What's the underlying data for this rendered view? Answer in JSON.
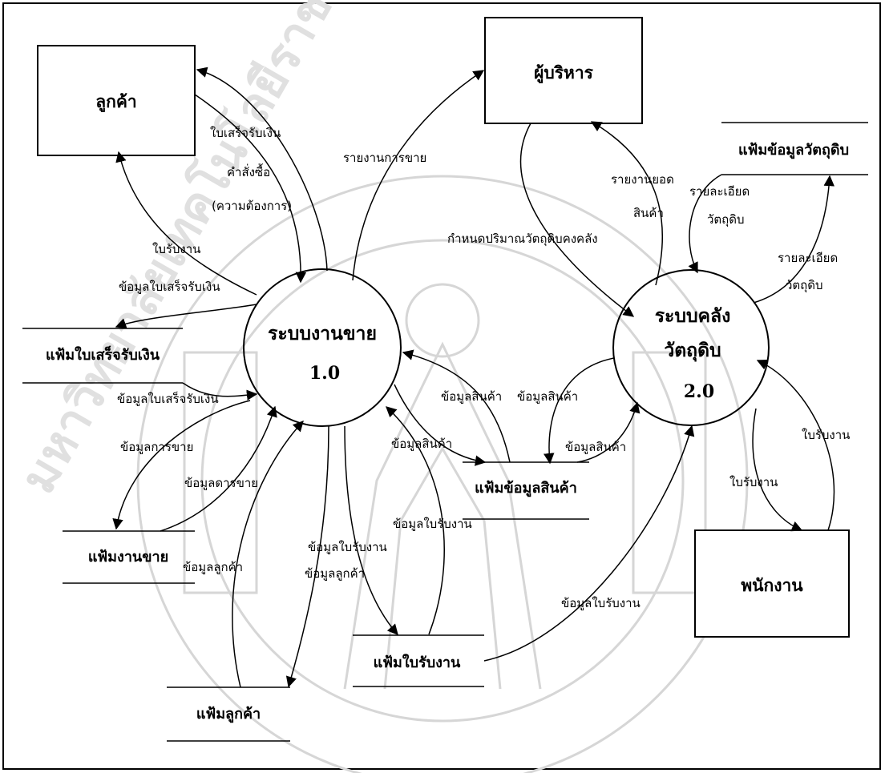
{
  "colors": {
    "line": "#000000",
    "background": "#ffffff",
    "watermark": "#d6d6d6"
  },
  "watermark": {
    "icon": "university-seal-emblem",
    "text": "มหาวิทยาลัยเทคโนโลยีราชมงคลสุวรรณภูมิ"
  },
  "entities": {
    "customer": "ลูกค้า",
    "executive": "ผู้บริหาร",
    "employee": "พนักงาน"
  },
  "processes": {
    "sales": {
      "name": "ระบบงานขาย",
      "number": "1.0"
    },
    "warehouse": {
      "name_line1": "ระบบคลัง",
      "name_line2": "วัตถุดิบ",
      "number": "2.0"
    }
  },
  "stores": {
    "receipt_file": "แฟ้มใบเสร็จรับเงิน",
    "sales_file": "แฟ้มงานขาย",
    "customer_file": "แฟ้มลูกค้า",
    "job_file": "แฟ้มใบรับงาน",
    "product_file": "แฟ้มข้อมูลสินค้า",
    "material_file": "แฟ้มข้อมูลวัตถุดิบ"
  },
  "flows": {
    "receipt_to_customer": "ใบเสร็จรับเงิน",
    "order_line1": "คำสั่งซื้อ",
    "order_line2": "(ความต้องการ)",
    "sales_report": "รายงานการขาย",
    "job_to_customer": "ใบรับงาน",
    "receipt_data_out": "ข้อมูลใบเสร็จรับเงิน",
    "receipt_data_in": "ข้อมูลใบเสร็จรับเงิน",
    "sales_data_out": "ข้อมูลการขาย",
    "sales_data_in": "ข้อมูลดารขาย",
    "customer_data_in": "ข้อมูลลูกค้า",
    "job_data_1": "ข้อมูลใบรับงาน",
    "customer_data_out": "ข้อมูลลูกค้า",
    "product_data_1": "ข้อมูลสินค้า",
    "job_data_2": "ข้อมูลใบรับงาน",
    "product_data_2": "ข้อมูลสินค้า",
    "product_data_3": "ข้อมูลสินค้า",
    "product_data_4": "ข้อมูลสินค้า",
    "set_material_qty": "กำหนดปริมาณวัตถุดิบคงคลัง",
    "product_report_line1": "รายงานยอด",
    "product_report_line2": "สินค้า",
    "material_detail_1_line1": "รายละเอียด",
    "material_detail_1_line2": "วัตถุดิบ",
    "material_detail_2_line1": "รายละเอียด",
    "material_detail_2_line2": "วัตถุดิบ",
    "job_data_3": "ข้อมูลใบรับงาน",
    "job_to_employee": "ใบรับงาน",
    "job_from_employee": "ใบรับงาน"
  }
}
